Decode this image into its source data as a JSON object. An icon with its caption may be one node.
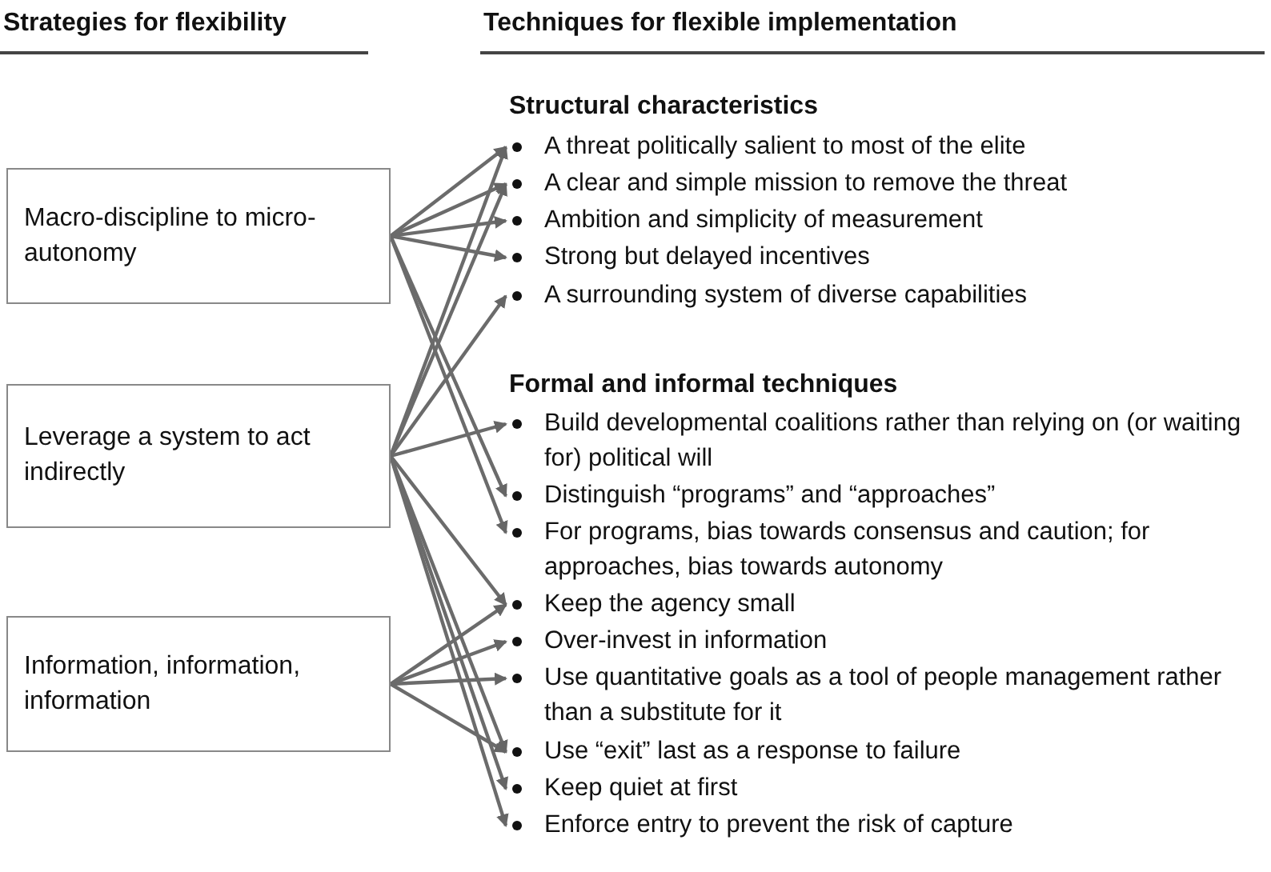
{
  "diagram": {
    "nodes": [
      {
        "text": [
          "Macro-discipline to micro-autonomy"
        ]
      },
      {
        "text": [
          "Leverage a system to act indirectly"
        ]
      },
      {
        "text": [
          "Information, information, information"
        ]
      },
      {
        "text": [
          "A threat politically salient to most of the elite"
        ]
      },
      {
        "text": [
          "A clear and simple mission to remove the threat"
        ]
      },
      {
        "text": [
          "Ambition and simplicity of measurement"
        ]
      },
      {
        "text": [
          "Strong but delayed incentives"
        ]
      },
      {
        "text": [
          "A surrounding system of diverse capabilities"
        ]
      },
      {
        "text": [
          "Build developmental coalitions rather than relying on (or waiting for) political will"
        ]
      },
      {
        "text": [
          "Distinguish “programs” and “approaches”"
        ]
      },
      {
        "text": [
          "For programs, bias towards consensus and caution; for approaches, bias towards autonomy"
        ]
      },
      {
        "text": [
          "Keep the agency small"
        ]
      },
      {
        "text": [
          "Over-invest in information"
        ]
      },
      {
        "text": [
          "Use quantitative goals as a tool of people management rather than a substitute for it"
        ]
      },
      {
        "text": [
          "Use “exit” last as a response to failure"
        ]
      },
      {
        "text": [
          "Keep quiet at first"
        ]
      },
      {
        "text": [
          "Enforce entry to prevent the risk of capture"
        ]
      }
    ],
    "edges": [
      {
        "from": 0,
        "to": 3,
        "arrow": "to"
      },
      {
        "from": 0,
        "to": 4,
        "arrow": "to"
      },
      {
        "from": 0,
        "to": 5,
        "arrow": "to"
      },
      {
        "from": 0,
        "to": 6,
        "arrow": "to"
      },
      {
        "from": 0,
        "to": 9,
        "arrow": "to"
      },
      {
        "from": 0,
        "to": 10,
        "arrow": "to"
      },
      {
        "from": 1,
        "to": 3,
        "arrow": "to"
      },
      {
        "from": 1,
        "to": 4,
        "arrow": "to"
      },
      {
        "from": 1,
        "to": 7,
        "arrow": "to"
      },
      {
        "from": 1,
        "to": 8,
        "arrow": "to"
      },
      {
        "from": 1,
        "to": 11,
        "arrow": "to"
      },
      {
        "from": 1,
        "to": 14,
        "arrow": "to"
      },
      {
        "from": 1,
        "to": 15,
        "arrow": "to"
      },
      {
        "from": 1,
        "to": 16,
        "arrow": "to"
      },
      {
        "from": 2,
        "to": 11,
        "arrow": "to"
      },
      {
        "from": 2,
        "to": 12,
        "arrow": "to"
      },
      {
        "from": 2,
        "to": 13,
        "arrow": "to"
      },
      {
        "from": 2,
        "to": 14,
        "arrow": "to"
      }
    ],
    "labels": [
      "Strategies for flexibility",
      "Techniques for flexible implementation",
      "Structural characteristics",
      "Formal and informal techniques"
    ]
  }
}
